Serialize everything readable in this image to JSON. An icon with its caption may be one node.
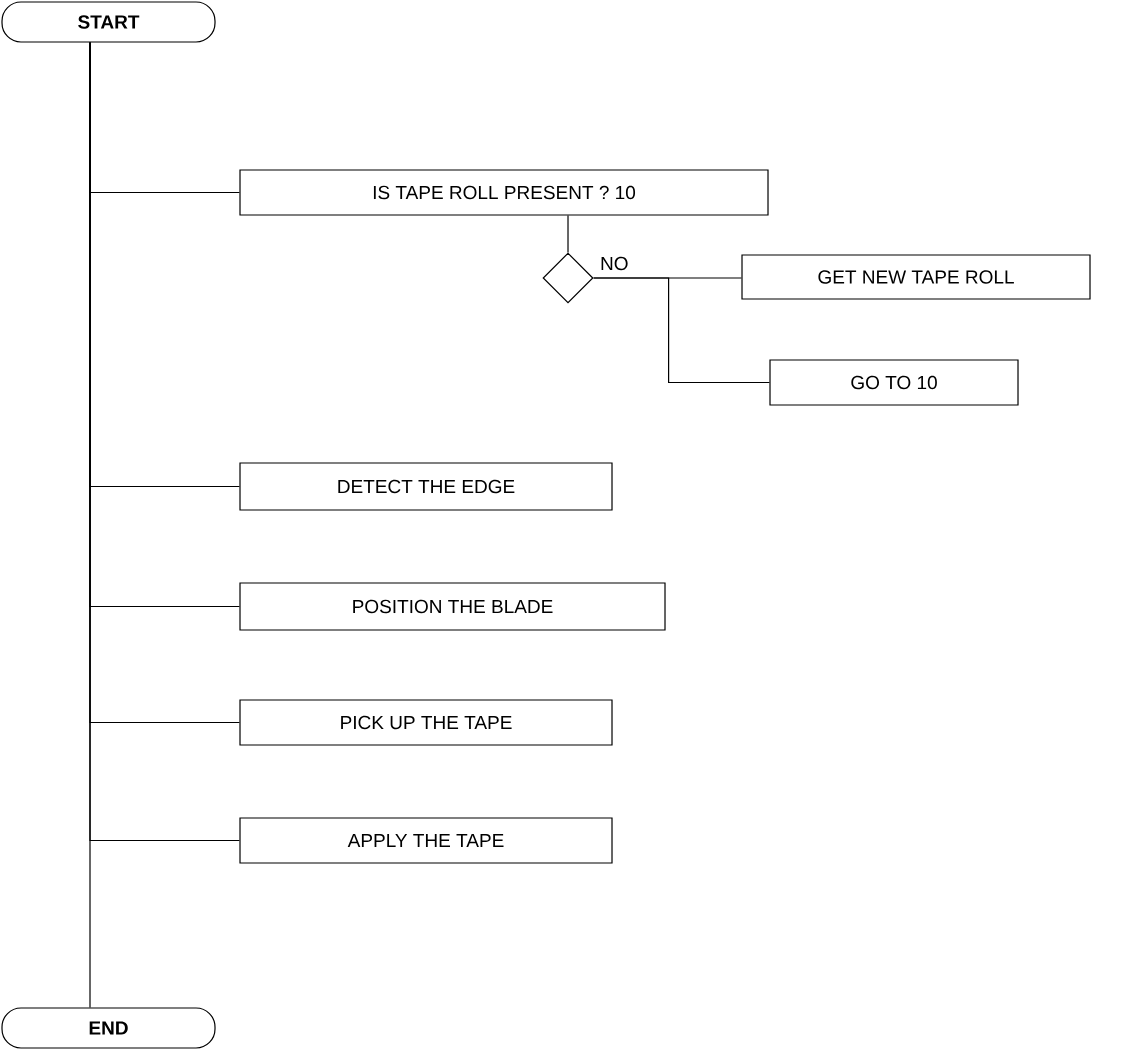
{
  "diagram": {
    "nodes": [
      {
        "text": [
          "START"
        ]
      },
      {
        "text": [
          "IS TAPE ROLL PRESENT ? 10"
        ]
      },
      {
        "text": [],
        "shape": "diamond"
      },
      {
        "text": [
          "GET NEW TAPE ROLL"
        ]
      },
      {
        "text": [
          "GO TO 10"
        ]
      },
      {
        "text": [
          "DETECT THE EDGE"
        ]
      },
      {
        "text": [
          "POSITION THE BLADE"
        ]
      },
      {
        "text": [
          "PICK UP THE TAPE"
        ]
      },
      {
        "text": [
          "APPLY THE TAPE"
        ]
      },
      {
        "text": [
          "END"
        ]
      }
    ],
    "edges": [
      {
        "from": 0,
        "to": 1,
        "arrow": "none"
      },
      {
        "from": 1,
        "to": 2,
        "arrow": "none"
      },
      {
        "from": 2,
        "to": 3,
        "arrow": "none",
        "label": "NO"
      },
      {
        "from": 2,
        "to": 4,
        "arrow": "none"
      },
      {
        "from": 0,
        "to": 5,
        "arrow": "none"
      },
      {
        "from": 0,
        "to": 6,
        "arrow": "none"
      },
      {
        "from": 0,
        "to": 7,
        "arrow": "none"
      },
      {
        "from": 0,
        "to": 8,
        "arrow": "none"
      },
      {
        "from": 0,
        "to": 9,
        "arrow": "none"
      }
    ]
  }
}
